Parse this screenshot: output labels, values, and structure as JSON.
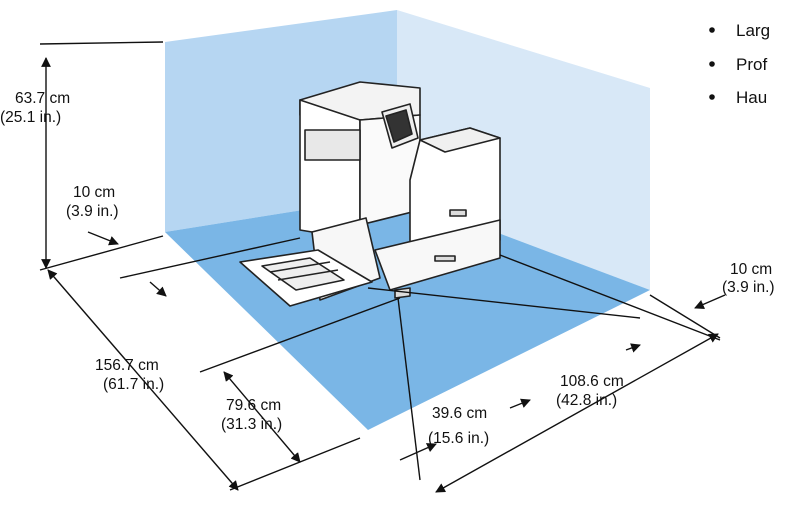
{
  "bullets": [
    "Larg",
    "Prof",
    "Hau"
  ],
  "dimensions": {
    "height": {
      "metric": "63.7 cm",
      "imperial": "(25.1 in.)"
    },
    "rear_clearance": {
      "metric": "10 cm",
      "imperial": "(3.9 in.)"
    },
    "right_clearance": {
      "metric": "10 cm",
      "imperial": "(3.9 in.)"
    },
    "total_depth": {
      "metric": "156.7 cm",
      "imperial": "(61.7 in.)"
    },
    "tray_depth": {
      "metric": "79.6 cm",
      "imperial": "(31.3 in.)"
    },
    "printer_width": {
      "metric": "39.6 cm",
      "imperial": "(15.6 in.)"
    },
    "total_width": {
      "metric": "108.6 cm",
      "imperial": "(42.8 in.)"
    }
  },
  "colors": {
    "floor": "#7ab6e6",
    "left_wall": "#b6d6f2",
    "right_wall": "#d8e8f7",
    "printer_body": "#ffffff",
    "printer_outline": "#222222"
  }
}
